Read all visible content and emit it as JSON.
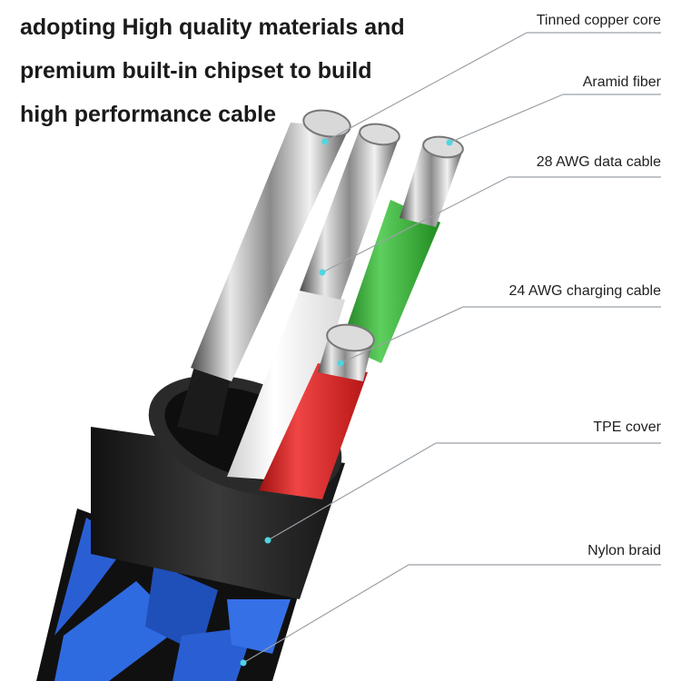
{
  "headline": {
    "line1": "adopting High quality materials and",
    "line2": "premium built-in chipset to build",
    "line3": "high performance cable"
  },
  "labels": {
    "core": "Tinned copper core",
    "aramid": "Aramid fiber",
    "data_cable": "28 AWG data cable",
    "charging_cable": "24 AWG charging cable",
    "tpe": "TPE cover",
    "nylon": "Nylon braid"
  },
  "colors": {
    "leader_line": "#9aa0a6",
    "pointer_dot": "#4fd6e0",
    "green_wire": "#2fa52f",
    "red_wire": "#d61f1f",
    "white_wire": "#f4f4f4",
    "black_wire": "#1b1b1b",
    "tpe_cover": "#222222",
    "braid_blue": "#2a5fd4"
  }
}
